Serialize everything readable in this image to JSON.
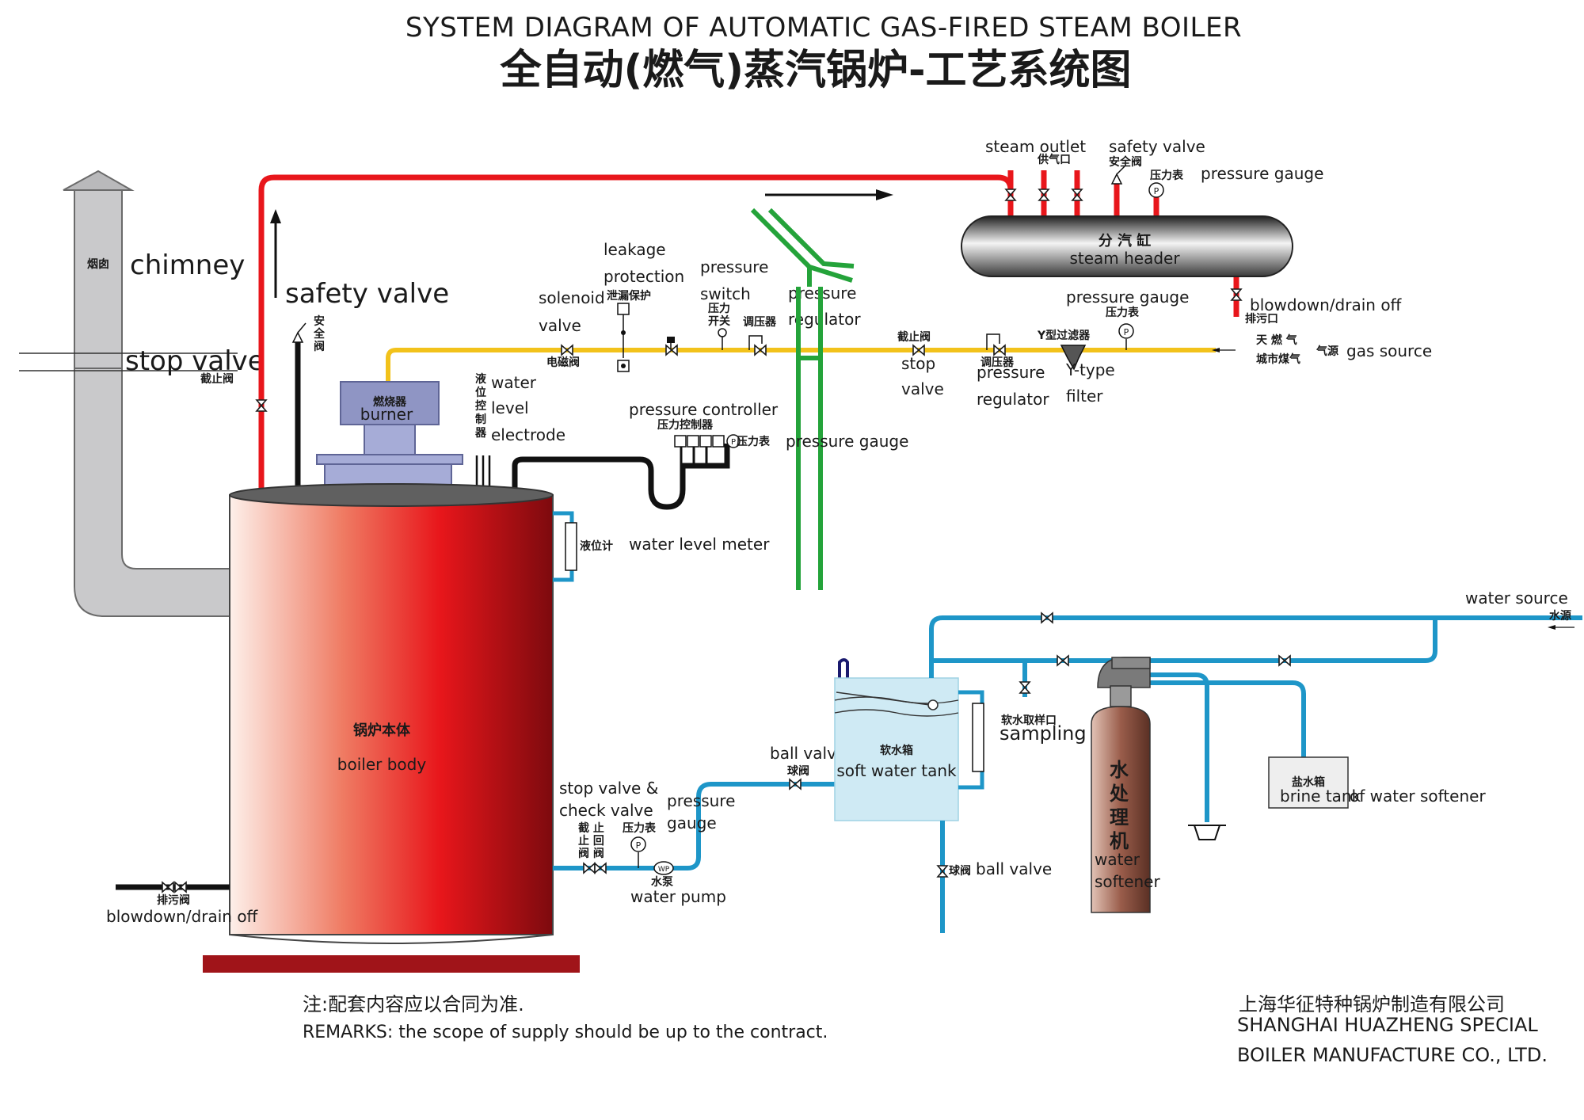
{
  "title": {
    "en": "SYSTEM DIAGRAM OF AUTOMATIC GAS-FIRED STEAM BOILER",
    "zh": "全自动(燃气)蒸汽锅炉-工艺系统图"
  },
  "colors": {
    "steam_pipe": "#e8161b",
    "gas_pipe": "#f2c21b",
    "water_pipe": "#1e96c8",
    "flue_gas": "#24a33a",
    "chimney": "#c9c9cb",
    "boiler_body": "#e8161b",
    "base": "#a01419"
  },
  "labels": {
    "chimney_zh": "烟囱",
    "chimney_en": "chimney",
    "stop_valve_en": "stop valve",
    "stop_valve_zh": "截止阀",
    "safety_valve_en": "safety valve",
    "safety_valve_zh1": "安",
    "safety_valve_zh2": "全",
    "safety_valve_zh3": "阀",
    "burner_zh": "燃烧器",
    "burner_en": "burner",
    "solenoid_en1": "solenoid",
    "solenoid_en2": "valve",
    "solenoid_zh": "电磁阀",
    "leakage_en1": "leakage",
    "leakage_en2": "protection",
    "leakage_zh": "泄漏保护",
    "pswitch_en1": "pressure",
    "pswitch_en2": "switch",
    "pswitch_zh1": "压力",
    "pswitch_zh2": "开关",
    "regulator1_zh": "调压器",
    "regulator1_en1": "pressure",
    "regulator1_en2": "regulator",
    "gas_stop_zh": "截止阀",
    "gas_stop_en1": "stop",
    "gas_stop_en2": "valve",
    "regulator2_zh": "调压器",
    "regulator2_en1": "pressure",
    "regulator2_en2": "regulator",
    "yfilter_zh": "Y型过滤器",
    "yfilter_en1": "Y-type",
    "yfilter_en2": "filter",
    "gas_pgauge_en": "pressure gauge",
    "gas_pgauge_zh": "压力表",
    "gas_source_zh1": "天 燃 气",
    "gas_source_zh2": "城市煤气",
    "gas_source_zh3": "气源",
    "gas_source_en": "gas source",
    "wlevel_zh": [
      "液",
      "位",
      "控",
      "制",
      "器"
    ],
    "wlevel_en1": "water",
    "wlevel_en2": "level",
    "wlevel_en3": "electrode",
    "pcontroller_en": "pressure controller",
    "pcontroller_zh": "压力控制器",
    "boiler_pgauge_zh": "压力表",
    "boiler_pgauge_en": "pressure gauge",
    "level_meter_zh": "液位计",
    "level_meter_en": "water level meter",
    "steam_outlet_en": "steam outlet",
    "steam_outlet_zh": "供气口",
    "header_safety_en": "safety valve",
    "header_safety_zh": "安全阀",
    "header_pgauge_zh": "压力表",
    "header_pgauge_en": "pressure gauge",
    "header_zh": "分 汽 缸",
    "header_en": "steam header",
    "header_blowdown_en": "blowdown/drain off",
    "header_blowdown_zh": "排污口",
    "boiler_body_zh": "锅炉本体",
    "boiler_body_en": "boiler body",
    "blowdown_zh": "排污阀",
    "blowdown_en": "blowdown/drain off",
    "stopcheck_en1": "stop valve &",
    "stopcheck_en2": "check valve",
    "stopcheck_zh1": "截 止",
    "stopcheck_zh2": "止 回",
    "stopcheck_zh3": "阀 阀",
    "pump_pgauge_zh": "压力表",
    "pump_pgauge_en1": "pressure",
    "pump_pgauge_en2": "gauge",
    "pump_symbol": "WP",
    "pump_zh": "水泵",
    "pump_en": "water pump",
    "ballvalve1_en": "ball valve",
    "ballvalve1_zh": "球阀",
    "tank_zh": "软水箱",
    "tank_en": "soft water tank",
    "ballvalve2_zh": "球阀",
    "ballvalve2_en": "ball valve",
    "sampling_zh": "软水取样口",
    "sampling_en": "sampling",
    "softener_zh": [
      "水",
      "处",
      "理",
      "机"
    ],
    "softener_en1": "water",
    "softener_en2": "softener",
    "brine_zh": "盐水箱",
    "brine_en": "brine tank",
    "brine_en2": "of water softener",
    "water_source_en": "water source",
    "water_source_zh": "水源",
    "gauge_symbol": "P"
  },
  "footer": {
    "remark_zh": "注:配套内容应以合同为准.",
    "remark_en": "REMARKS: the scope of supply should be up to the contract.",
    "company_zh": "上海华征特种锅炉制造有限公司",
    "company_en1": "SHANGHAI HUAZHENG SPECIAL",
    "company_en2": "BOILER MANUFACTURE CO., LTD."
  }
}
